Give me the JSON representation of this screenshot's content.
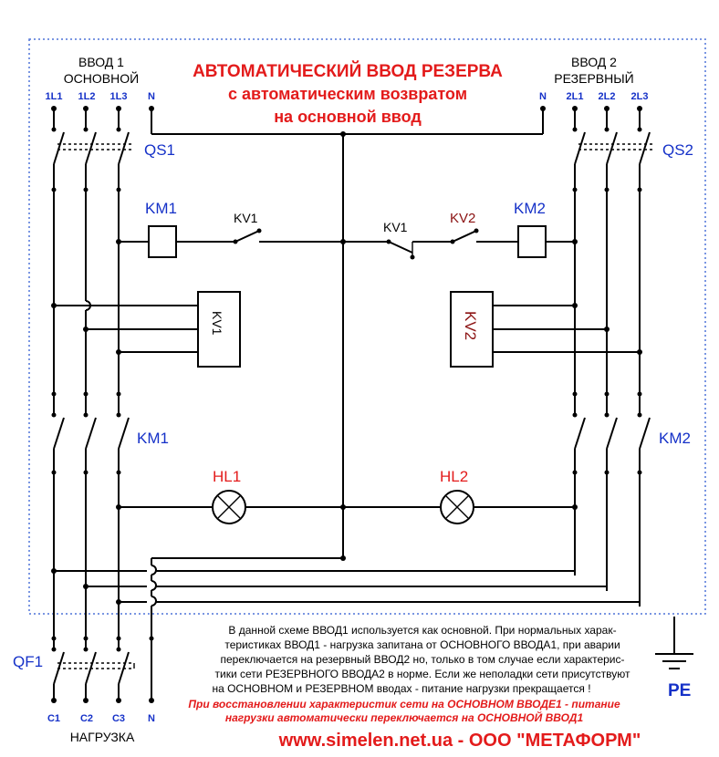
{
  "title": {
    "line1": "АВТОМАТИЧЕСКИЙ ВВОД РЕЗЕРВА",
    "line2": "с автоматическим возвратом",
    "line3": "на основной ввод"
  },
  "input1": {
    "name": "ВВОД 1",
    "subtitle": "ОСНОВНОЙ",
    "terminals": [
      "1L1",
      "1L2",
      "1L3",
      "N"
    ]
  },
  "input2": {
    "name": "ВВОД 2",
    "subtitle": "РЕЗЕРВНЫЙ",
    "terminals": [
      "N",
      "2L1",
      "2L2",
      "2L3"
    ]
  },
  "components": {
    "qs1": "QS1",
    "qs2": "QS2",
    "km1_coil": "KM1",
    "km2_coil": "KM2",
    "kv1_contact_left": "KV1",
    "kv1_contact_right": "KV1",
    "kv2_contact": "KV2",
    "kv1_relay": "KV1",
    "kv2_relay": "KV2",
    "km1_contacts": "KM1",
    "km2_contacts": "KM2",
    "hl1": "HL1",
    "hl2": "HL2",
    "qf1": "QF1",
    "pe": "PE"
  },
  "load": {
    "label": "НАГРУЗКА",
    "terminals": [
      "C1",
      "C2",
      "C3",
      "N"
    ]
  },
  "description": {
    "line1": "В данной схеме ВВОД1 используется как основной. При нормальных харак-",
    "line2": "теристиках ВВОД1 -  нагрузка запитана  от ОСНОВНОГО ВВОДА1, при аварии",
    "line3": "переключается на резервный ВВОД2 но,  только  в  том случае если характерис-",
    "line4": "тики сети РЕЗЕРВНОГО ВВОДА2 в норме. Если же неполадки сети присутствуют",
    "line5": "на ОСНОВНОМ и РЕЗЕРВНОМ вводах - питание нагрузки прекращается !",
    "highlight1": "При восстановлении характеристик сети на ОСНОВНОМ ВВОДЕ1 - питание",
    "highlight2": "нагрузки автоматически переключается на ОСНОВНОЙ ВВОД1"
  },
  "footer": "www.simelen.net.ua - ООО \"МЕТАФОРМ\"",
  "colors": {
    "blue_labels": "#1531c8",
    "red_text": "#e31b1b",
    "border": "#4f74d9"
  }
}
